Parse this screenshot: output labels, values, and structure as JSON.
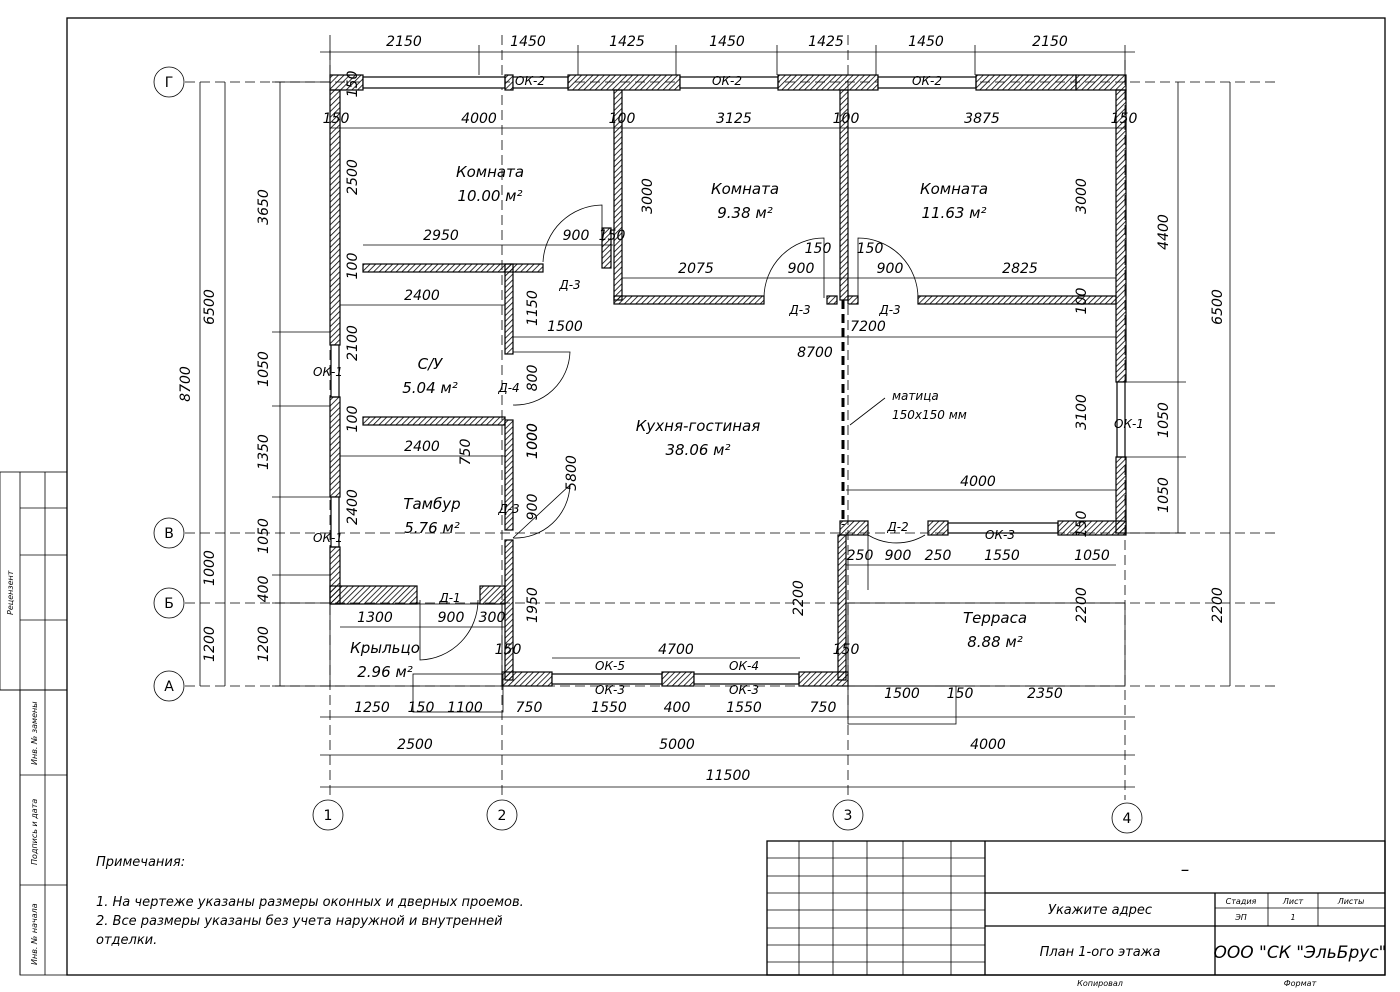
{
  "axes": {
    "letters": [
      "Г",
      "В",
      "Б",
      "А"
    ],
    "numbers": [
      "1",
      "2",
      "3",
      "4"
    ]
  },
  "top_dims": [
    "2150",
    "1450",
    "1425",
    "1450",
    "1425",
    "1450",
    "2150"
  ],
  "window_labels_top": [
    "ОК-2",
    "ОК-2",
    "ОК-2"
  ],
  "rooms": [
    {
      "name": "Комната",
      "area": "10.00 м²"
    },
    {
      "name": "Комната",
      "area": "9.38 м²"
    },
    {
      "name": "Комната",
      "area": "11.63 м²"
    },
    {
      "name": "С/У",
      "area": "5.04 м²"
    },
    {
      "name": "Кухня-гостиная",
      "area": "38.06 м²"
    },
    {
      "name": "Тамбур",
      "area": "5.76 м²"
    },
    {
      "name": "Крыльцо",
      "area": "2.96 м²"
    },
    {
      "name": "Терраса",
      "area": "8.88 м²"
    }
  ],
  "beam_label": [
    "матица",
    "150x150 мм"
  ],
  "doors": [
    "Д-3",
    "Д-3",
    "Д-3",
    "Д-4",
    "Д-3",
    "Д-1",
    "Д-2"
  ],
  "windows": [
    "ОК-1",
    "ОК-1",
    "ОК-1",
    "ОК-3",
    "ОК-5",
    "ОК-4",
    "ОК-3",
    "ОК-3"
  ],
  "inner_dims": {
    "row_a": [
      "150",
      "4000",
      "100",
      "3125",
      "100",
      "3875",
      "150"
    ],
    "r1": [
      "2950",
      "900",
      "150",
      "2075",
      "150",
      "900",
      "150",
      "900",
      "2825"
    ],
    "r2": [
      "2400",
      "1500",
      "7200",
      "8700",
      "2400",
      "750",
      "1000",
      "4000"
    ],
    "r3": [
      "250",
      "900",
      "250",
      "1550",
      "1050",
      "1300",
      "900",
      "300",
      "1950",
      "2200",
      "2200",
      "4700",
      "150",
      "150"
    ],
    "verticals": [
      "150",
      "2500",
      "100",
      "2100",
      "100",
      "2400",
      "3000",
      "1150",
      "800",
      "1000",
      "900",
      "5800",
      "3000",
      "100",
      "3100",
      "150"
    ]
  },
  "left_dims": [
    "3650",
    "1050",
    "1350",
    "1050",
    "400",
    "1200",
    "6500",
    "8700",
    "1000",
    "1200"
  ],
  "right_dims": [
    "4400",
    "1050",
    "1050",
    "6500",
    "2200"
  ],
  "bottom_dims": {
    "row1": [
      "1250",
      "150",
      "1100",
      "750",
      "1550",
      "400",
      "1550",
      "750",
      "1500",
      "150",
      "2350"
    ],
    "row2": [
      "2500",
      "5000",
      "4000"
    ],
    "total": "11500"
  },
  "notes": {
    "title": "Примечания:",
    "line1": "1. На чертеже указаны размеры оконных и дверных проемов.",
    "line2": "2. Все размеры указаны без учета наружной и внутренней",
    "line3": "отделки."
  },
  "side_stamp": [
    "Рецензент",
    "Инв. № замены",
    "Подпись и дата",
    "Инв. № начала"
  ],
  "title_block": {
    "dash": "–",
    "address": "Укажите адрес",
    "sheet_title": "План 1-ого этажа",
    "company": "ООО \"СК \"ЭльБрус\"",
    "stage_label": "Стадия",
    "sheet_label": "Лист",
    "sheets_label": "Листы",
    "stage_value": "ЭП",
    "sheet_value": "1",
    "copied": "Копировал",
    "format": "Формат"
  }
}
